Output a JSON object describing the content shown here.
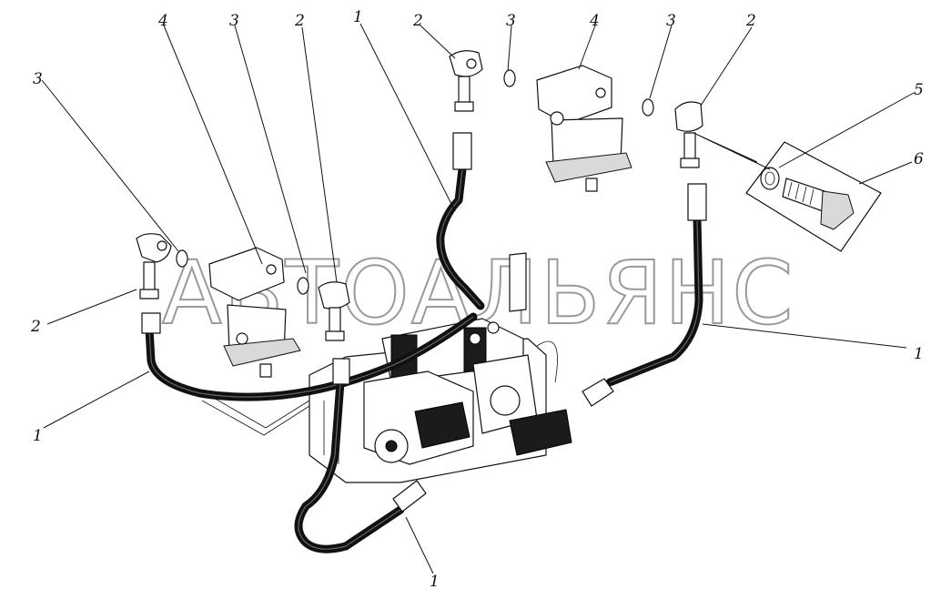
{
  "watermark": "АВТОАЛЬЯНС",
  "callouts": {
    "c1": "1",
    "c2": "1",
    "c3": "1",
    "c4": "1",
    "c5": "2",
    "c6": "2",
    "c7": "2",
    "c8": "2",
    "c9": "3",
    "c10": "3",
    "c11": "3",
    "c12": "3",
    "c13": "4",
    "c14": "4",
    "c15": "5",
    "c16": "6"
  }
}
